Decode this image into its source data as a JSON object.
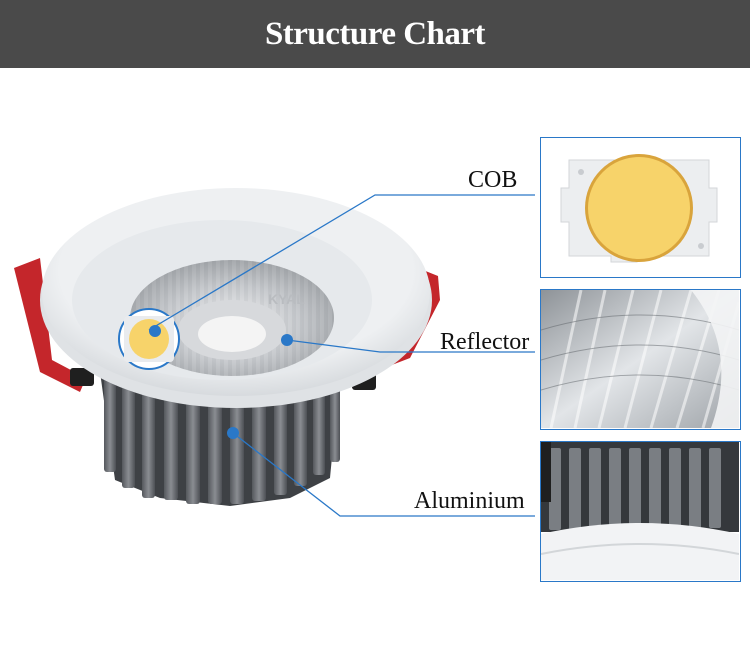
{
  "header": {
    "title": "Structure Chart"
  },
  "labels": {
    "cob": "COB",
    "reflector": "Reflector",
    "aluminium": "Aluminium"
  },
  "logo": {
    "text": "KYAL"
  },
  "colors": {
    "header_bg": "#4a4a4a",
    "callout_line": "#2a78c8",
    "chip_yellow": "#f7d36a",
    "clip_red": "#c4262b",
    "heatsink": "#6b6e73"
  }
}
